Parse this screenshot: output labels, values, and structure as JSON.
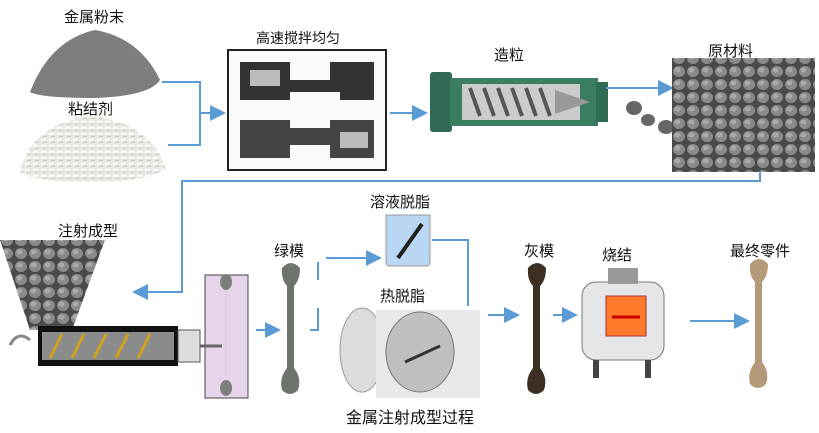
{
  "labels": {
    "metal_powder": "金属粉末",
    "binder": "粘结剂",
    "mixing": "高速搅拌均匀",
    "granulation": "造粒",
    "feedstock": "原材料",
    "injection_molding": "注射成型",
    "green_part": "绿模",
    "solvent_debinding": "溶液脱脂",
    "thermal_debinding": "热脱脂",
    "brown_part": "灰模",
    "sintering": "烧结",
    "final_part": "最终零件"
  },
  "caption": "金属注射成型过程",
  "colors": {
    "arrow": "#5b9bd5",
    "green_part": "#6e736c",
    "brown_part": "#3e2f24",
    "final_part": "#b59a7a",
    "mold": "#e6d5ea",
    "extruder": "#2f6b52"
  }
}
